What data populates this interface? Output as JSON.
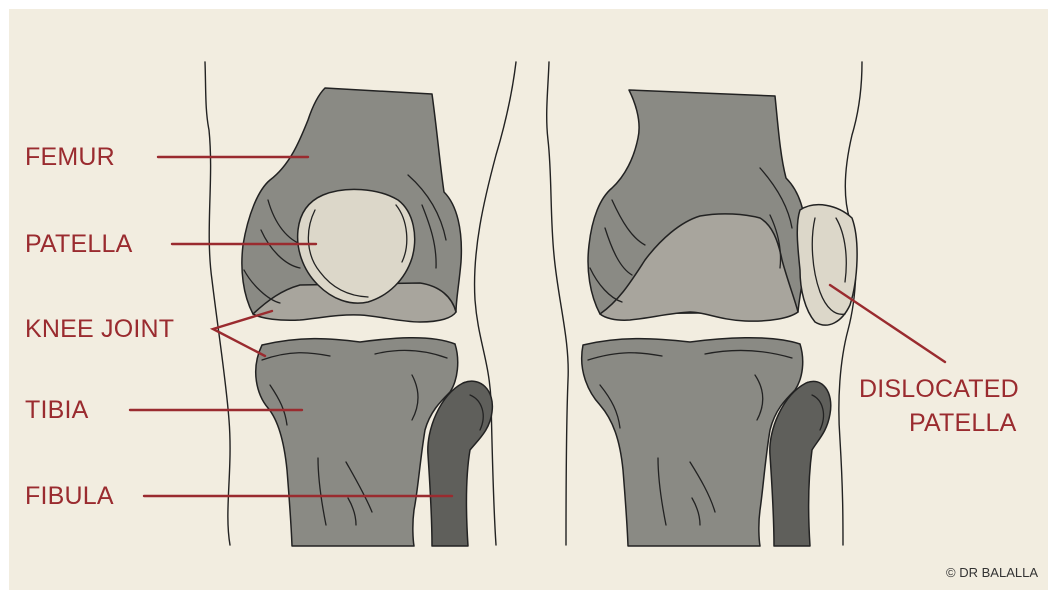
{
  "labels": {
    "femur": "FEMUR",
    "patella": "PATELLA",
    "knee_joint": "KNEE JOINT",
    "tibia": "TIBIA",
    "fibula": "FIBULA",
    "dislocated_line1": "DISLOCATED",
    "dislocated_line2": "PATELLA"
  },
  "credit": "© DR BALALLA",
  "colors": {
    "background": "#f2ede0",
    "label": "#9a2b2f",
    "bone": "#8a8a84",
    "cartilage": "#a8a59d",
    "patella": "#dcd7c9",
    "fibula": "#5f5f5b"
  }
}
